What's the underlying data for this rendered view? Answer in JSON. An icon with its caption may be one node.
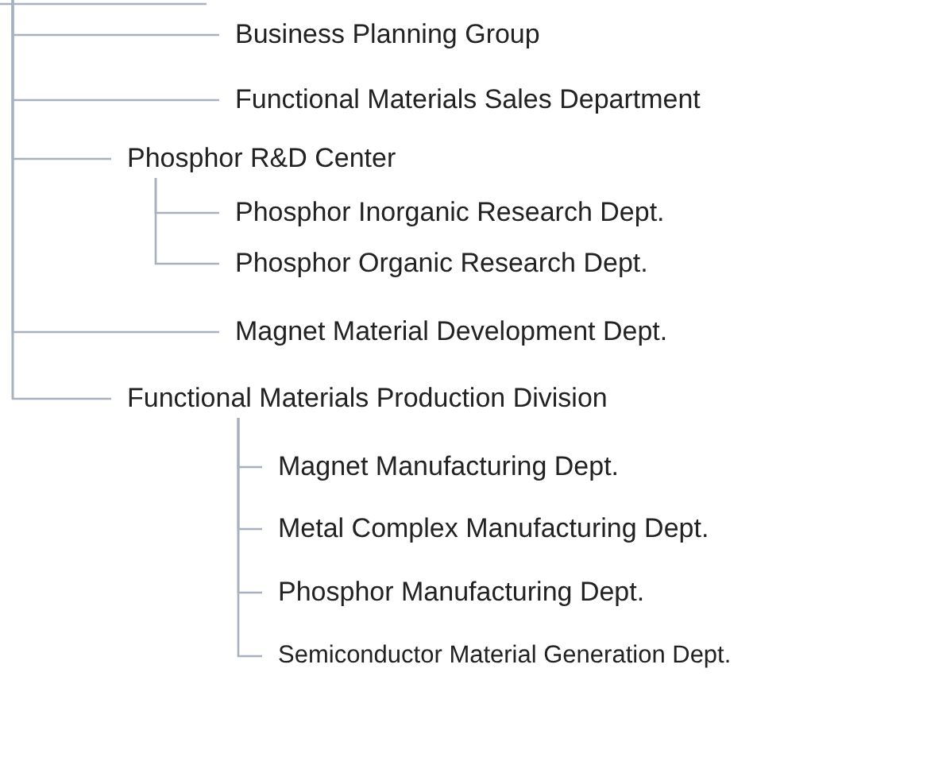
{
  "diagram": {
    "nodes": [
      {
        "text": [
          "Business Planning Group"
        ]
      },
      {
        "text": [
          "Functional Materials Sales Department"
        ]
      },
      {
        "text": [
          "Phosphor R&D Center"
        ]
      },
      {
        "text": [
          "Phosphor Inorganic Research Dept."
        ]
      },
      {
        "text": [
          "Phosphor Organic Research Dept."
        ]
      },
      {
        "text": [
          "Magnet Material Development Dept."
        ]
      },
      {
        "text": [
          "Functional Materials Production Division"
        ]
      },
      {
        "text": [
          "Magnet Manufacturing Dept."
        ]
      },
      {
        "text": [
          "Metal Complex Manufacturing Dept."
        ]
      },
      {
        "text": [
          "Phosphor Manufacturing Dept."
        ]
      },
      {
        "text": [
          "Semiconductor Material Generation Dept."
        ]
      }
    ],
    "edges": [
      {
        "from": null,
        "to": 0,
        "arrow": "none"
      },
      {
        "from": null,
        "to": 1,
        "arrow": "none"
      },
      {
        "from": null,
        "to": 2,
        "arrow": "none"
      },
      {
        "from": 2,
        "to": 3,
        "arrow": "none"
      },
      {
        "from": 2,
        "to": 4,
        "arrow": "none"
      },
      {
        "from": null,
        "to": 5,
        "arrow": "none"
      },
      {
        "from": null,
        "to": 6,
        "arrow": "none"
      },
      {
        "from": 6,
        "to": 7,
        "arrow": "none"
      },
      {
        "from": 6,
        "to": 8,
        "arrow": "none"
      },
      {
        "from": 6,
        "to": 9,
        "arrow": "none"
      },
      {
        "from": 6,
        "to": 10,
        "arrow": "none"
      }
    ]
  }
}
